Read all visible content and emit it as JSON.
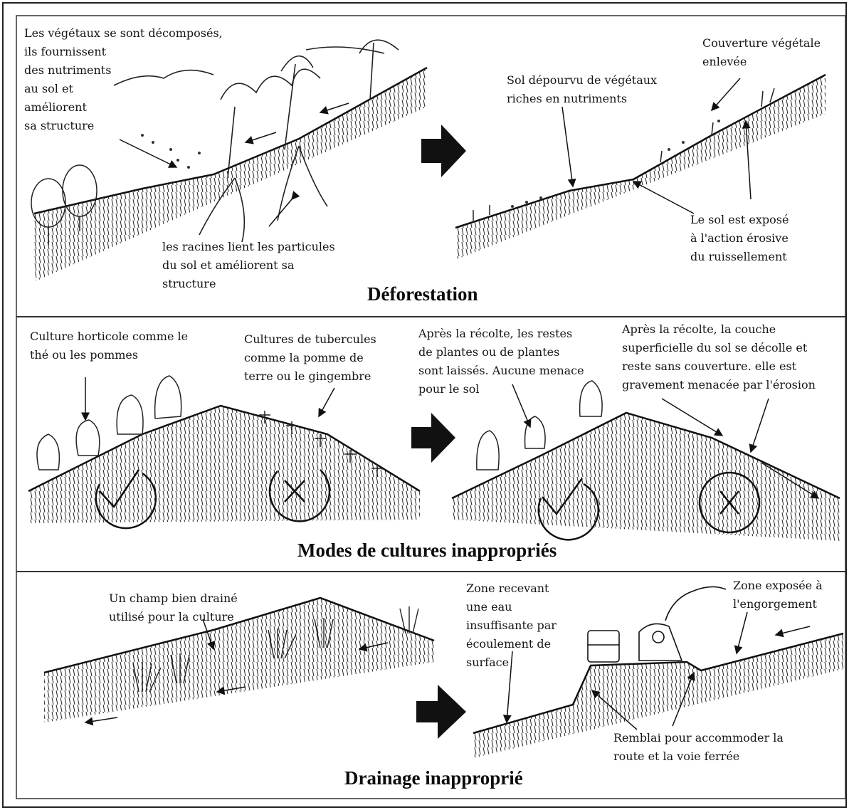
{
  "panels": [
    {
      "title": "Déforestation",
      "labels": {
        "decomposition": "Les végétaux se sont décomposés,\nils fournissent\ndes nutriments\nau sol et\naméliorent\nsa structure",
        "roots": "les racines lient les particules\ndu sol et améliorent sa\nstructure",
        "bare_soil": "Sol dépourvu de végétaux\nriches en nutriments",
        "cover_removed": "Couverture végétale\nenlevée",
        "exposed": "Le sol est exposé\nà l'action érosive\ndu ruissellement"
      }
    },
    {
      "title": "Modes de cultures inappropriés",
      "labels": {
        "horticulture": "Culture horticole comme le\nthé ou les pommes",
        "tubers": "Cultures de tubercules\ncomme la pomme de\nterre ou le gingembre",
        "residues": "Après la récolte, les restes\nde plantes ou de plantes\nsont laissés. Aucune menace\npour le sol",
        "topsoil": "Après la récolte, la couche\nsuperficielle du sol se décolle et\nreste sans couverture. elle est\ngravement menacée par l'érosion"
      }
    },
    {
      "title": "Drainage inapproprié",
      "labels": {
        "drained_field": "Un champ bien drainé\nutilisé pour la culture",
        "insufficient_water": "Zone recevant\nune eau\ninsuffisante par\nécoulement de\nsurface",
        "waterlogging": "Zone exposée à\nl'engorgement",
        "embankment": "Remblai pour accommoder la\nroute et la voie ferrée"
      }
    }
  ],
  "icons": [
    "tree-icon",
    "arrow-right-icon",
    "check-mark-icon",
    "cross-mark-icon",
    "tractor-icon",
    "train-icon"
  ],
  "colors": {
    "ink": "#111111",
    "paper": "#ffffff"
  }
}
